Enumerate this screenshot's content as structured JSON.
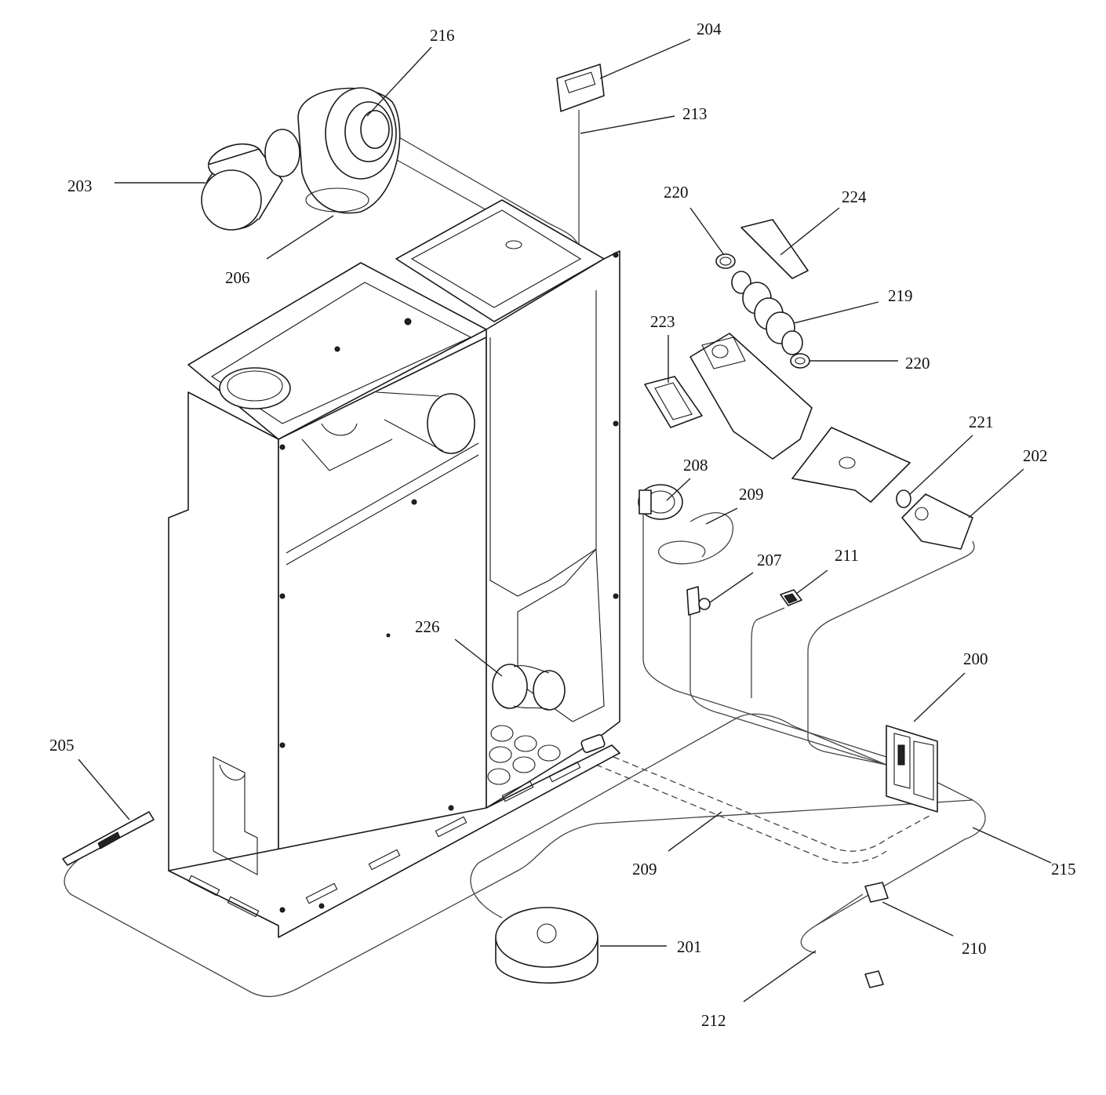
{
  "callouts": [
    {
      "id": "c216",
      "text": "216"
    },
    {
      "id": "c204",
      "text": "204"
    },
    {
      "id": "c213",
      "text": "213"
    },
    {
      "id": "c203",
      "text": "203"
    },
    {
      "id": "c206",
      "text": "206"
    },
    {
      "id": "c220a",
      "text": "220"
    },
    {
      "id": "c224",
      "text": "224"
    },
    {
      "id": "c219",
      "text": "219"
    },
    {
      "id": "c223",
      "text": "223"
    },
    {
      "id": "c220b",
      "text": "220"
    },
    {
      "id": "c221",
      "text": "221"
    },
    {
      "id": "c202",
      "text": "202"
    },
    {
      "id": "c208",
      "text": "208"
    },
    {
      "id": "c209a",
      "text": "209"
    },
    {
      "id": "c207",
      "text": "207"
    },
    {
      "id": "c211",
      "text": "211"
    },
    {
      "id": "c226",
      "text": "226"
    },
    {
      "id": "c200",
      "text": "200"
    },
    {
      "id": "c205",
      "text": "205"
    },
    {
      "id": "c209b",
      "text": "209"
    },
    {
      "id": "c215",
      "text": "215"
    },
    {
      "id": "c201",
      "text": "201"
    },
    {
      "id": "c210",
      "text": "210"
    },
    {
      "id": "c212",
      "text": "212"
    }
  ]
}
